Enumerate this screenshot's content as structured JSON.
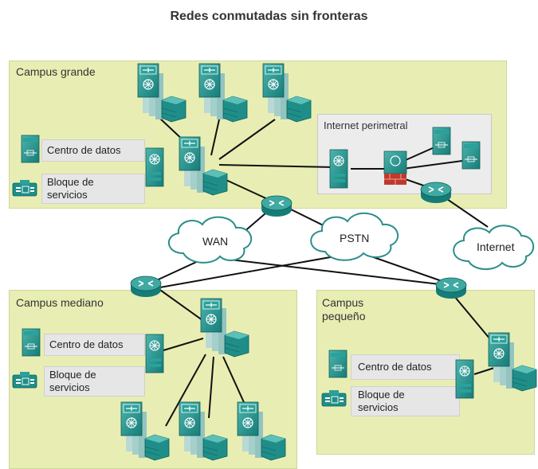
{
  "title": "Redes conmutadas sin fronteras",
  "campus_large": {
    "label": "Campus grande",
    "datacenter": "Centro de datos",
    "services_line1": "Bloque de",
    "services_line2": "servicios"
  },
  "internet_edge": {
    "label": "Internet perimetral"
  },
  "campus_medium": {
    "label": "Campus mediano",
    "datacenter": "Centro de datos",
    "services_line1": "Bloque de",
    "services_line2": "servicios"
  },
  "campus_small": {
    "label_line1": "Campus",
    "label_line2": "pequeño",
    "datacenter": "Centro de datos",
    "services_line1": "Bloque de",
    "services_line2": "servicios"
  },
  "clouds": {
    "wan": "WAN",
    "pstn": "PSTN",
    "internet": "Internet"
  },
  "colors": {
    "campus_fill": "#e8eeb3",
    "device_teal": "#1d8a86",
    "link": "#111111",
    "firewall": "#c0392b"
  }
}
